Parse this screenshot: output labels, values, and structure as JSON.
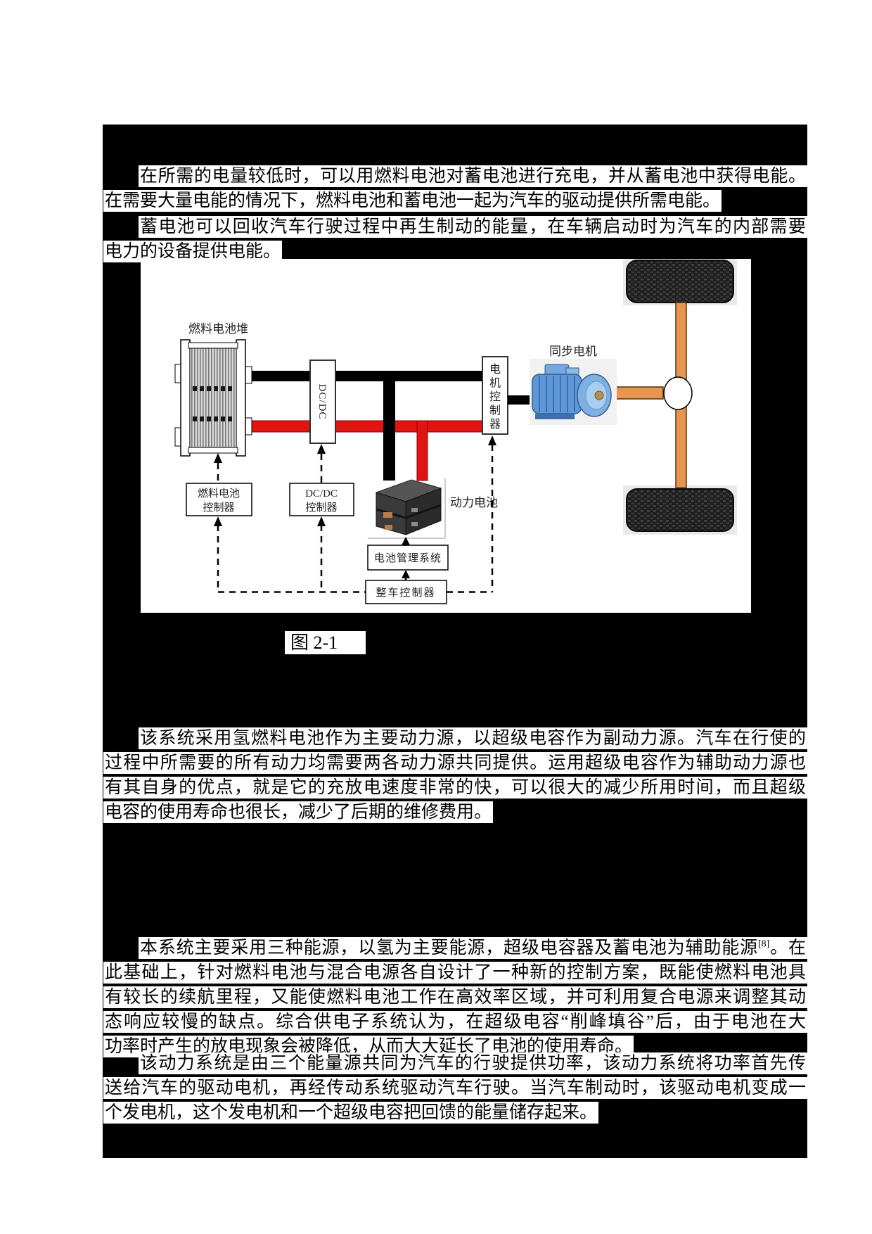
{
  "document": {
    "paragraphs": {
      "p1": {
        "lines": [
          "在所需的电量较低时，可以用燃料电池对蓄电池进行充电，并从蓄电池中获得电能。",
          "在需要大量电能的情况下，燃料电池和蓄电池一起为汽车的驱动提供所需电能。"
        ]
      },
      "p2": {
        "lines": [
          "蓄电池可以回收汽车行驶过程中再生制动的能量，在车辆启动时为汽车的内部需要",
          "电力的设备提供电能。"
        ]
      },
      "p3": {
        "lines": [
          "该系统采用氢燃料电池作为主要动力源，以超级电容作为副动力源。汽车在行使的",
          "过程中所需要的所有动力均需要两各动力源共同提供。运用超级电容作为辅助动力源也",
          "有其自身的优点，就是它的充放电速度非常的快，可以很大的减少所用时间，而且超级",
          "电容的使用寿命也很长，减少了后期的维修费用。"
        ]
      },
      "p4": {
        "lines": [
          {
            "pre": "本系统主要采用三种能源，以氢为主要能源，超级电容器及蓄电池为辅助能源",
            "sup": "[8]",
            "post": "。在"
          },
          "此基础上，针对燃料电池与混合电源各自设计了一种新的控制方案，既能使燃料电池具",
          "有较长的续航里程，又能使燃料电池工作在高效率区域，并可利用复合电源来调整其动",
          "态响应较慢的缺点。综合供电子系统认为，在超级电容“削峰填谷”后，由于电池在大",
          "功率时产生的放电现象会被降低，从而大大延长了电池的使用寿命。"
        ]
      },
      "p5": {
        "lines": [
          "该动力系统是由三个能量源共同为汽车的行驶提供功率，该动力系统将功率首先传",
          "送给汽车的驱动电机，再经传动系统驱动汽车行驶。当汽车制动时，该驱动电机变成一",
          "个发电机，这个发电机和一个超级电容把回馈的能量储存起来。"
        ]
      }
    },
    "figure": {
      "caption": "图 2-1",
      "labels": {
        "fuel_cell_stack": "燃料电池堆",
        "dcdc": "DC/DC",
        "motor_controller": "电机控制器",
        "sync_motor": "同步电机",
        "fuel_cell_controller_l1": "燃料电池",
        "fuel_cell_controller_l2": "控制器",
        "dcdc_controller_l1": "DC/DC",
        "dcdc_controller_l2": "控制器",
        "power_battery": "动力电池",
        "battery_mgmt": "电池管理系统",
        "vehicle_controller": "整车控制器"
      },
      "colors": {
        "bus_red": "#e01410",
        "bus_black": "#000000",
        "axle_orange": "#e8954f",
        "motor_blue": "#5e96d6",
        "highlight": "#ffffff",
        "block_background": "#000000"
      }
    }
  }
}
